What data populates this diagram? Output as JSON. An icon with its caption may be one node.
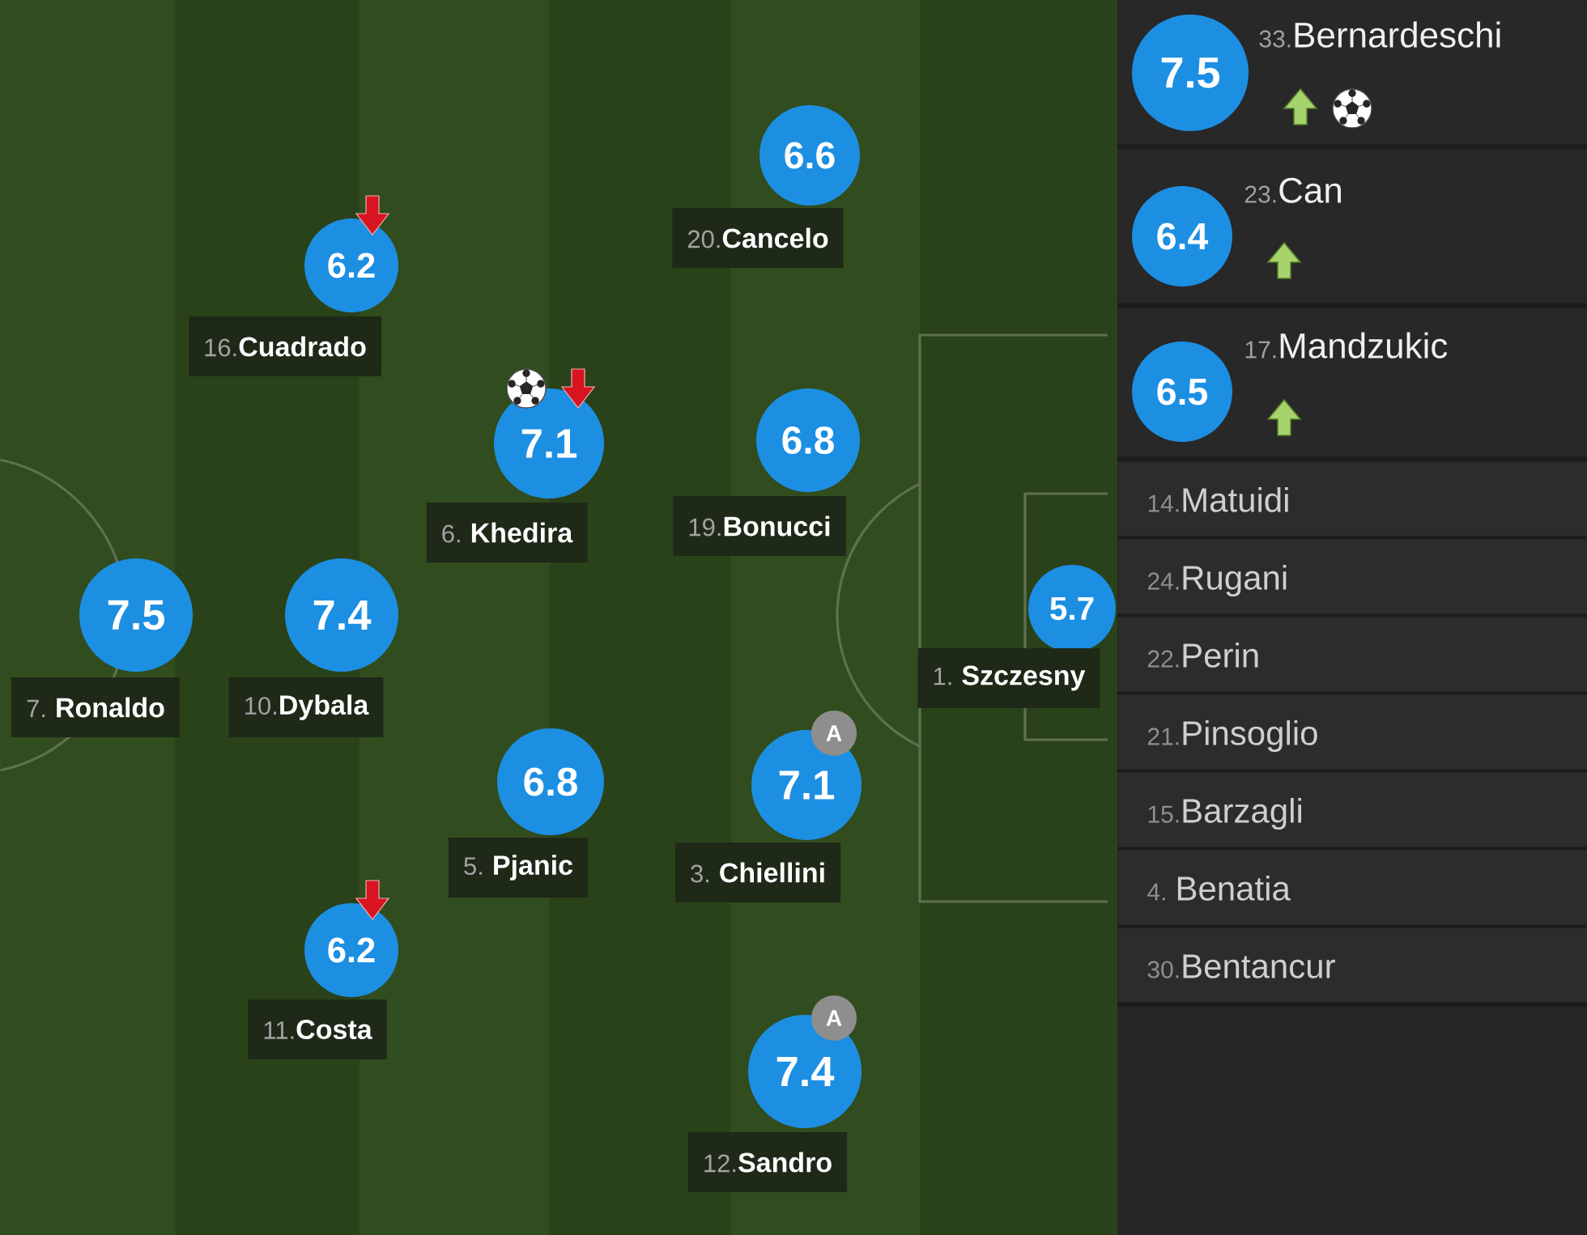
{
  "diagram": {
    "nodes": [
      {
        "text": [
          "6.6"
        ],
        "beside": [
          "20.",
          "Cancelo"
        ]
      },
      {
        "text": [
          "6.2"
        ],
        "beside": [
          "16.",
          "Cuadrado"
        ]
      },
      {
        "text": [
          "7.1"
        ],
        "beside": [
          "6.",
          "Khedira"
        ]
      },
      {
        "text": [
          "6.8"
        ],
        "beside": [
          "19.",
          "Bonucci"
        ]
      },
      {
        "text": [
          "7.5"
        ],
        "beside": [
          "7.",
          "Ronaldo"
        ]
      },
      {
        "text": [
          "7.4"
        ],
        "beside": [
          "10.",
          "Dybala"
        ]
      },
      {
        "text": [
          "5.7"
        ],
        "beside": [
          "1.",
          "Szczesny"
        ]
      },
      {
        "text": [
          "6.8"
        ],
        "beside": [
          "5.",
          "Pjanic"
        ]
      },
      {
        "text": [
          "7.1"
        ],
        "beside": [
          "3.",
          "Chiellini"
        ]
      },
      {
        "text": [
          "A"
        ]
      },
      {
        "text": [
          "6.2"
        ],
        "beside": [
          "11.",
          "Costa"
        ]
      },
      {
        "text": [
          "7.4"
        ],
        "beside": [
          "12.",
          "Sandro"
        ]
      },
      {
        "text": [
          "A"
        ]
      },
      {
        "text": [
          "33.",
          "Bernardeschi"
        ]
      },
      {
        "text": [
          "7.5"
        ],
        "in": 13
      },
      {
        "text": [
          "23.",
          "Can"
        ]
      },
      {
        "text": [
          "6.4"
        ],
        "in": 15
      },
      {
        "text": [
          "17.",
          "Mandzukic"
        ]
      },
      {
        "text": [
          "6.5"
        ],
        "in": 17
      },
      {
        "text": [
          "14.",
          "Matuidi"
        ]
      },
      {
        "text": [
          "24.",
          "Rugani"
        ]
      },
      {
        "text": [
          "22.",
          "Perin"
        ]
      },
      {
        "text": [
          "21.",
          "Pinsoglio"
        ]
      },
      {
        "text": [
          "15.",
          "Barzagli"
        ]
      },
      {
        "text": [
          "4.",
          "Benatia"
        ]
      },
      {
        "text": [
          "30.",
          "Bentancur"
        ]
      }
    ]
  }
}
